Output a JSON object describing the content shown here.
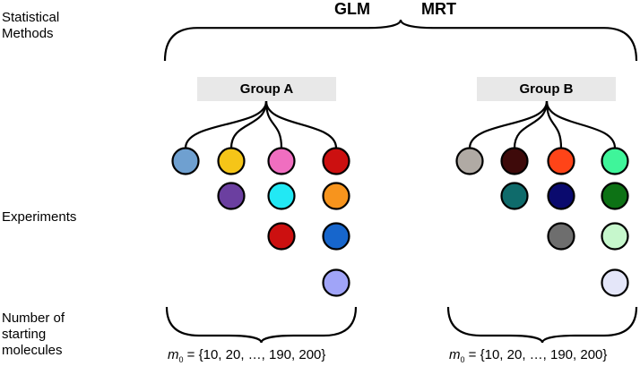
{
  "labels": {
    "statistical_methods": [
      "Statistical",
      "Methods"
    ],
    "experiments": "Experiments",
    "starting_molecules": [
      "Number of",
      "starting",
      "molecules"
    ]
  },
  "methods": [
    "GLM",
    "MRT"
  ],
  "groups": [
    {
      "name": "Group A",
      "formula_var": "m",
      "formula_sub": "0",
      "formula_rest": " = {10, 20, …, 190, 200}",
      "columns": [
        [
          "#6fa0d0"
        ],
        [
          "#f5c518",
          "#6b3fa0"
        ],
        [
          "#f06ec0",
          "#22e8f4",
          "#cc1010"
        ],
        [
          "#cc1010",
          "#f7941d",
          "#1766cc",
          "#a0a4f8"
        ]
      ]
    },
    {
      "name": "Group B",
      "formula_var": "m",
      "formula_sub": "0",
      "formula_rest": " = {10, 20, …, 190, 200}",
      "columns": [
        [
          "#b0aaa4"
        ],
        [
          "#3e0a0a",
          "#0f6b6b"
        ],
        [
          "#ff4418",
          "#0a0a6e",
          "#6e6e6e"
        ],
        [
          "#3ff59a",
          "#0d7215",
          "#c6f7cc",
          "#e4e6f9"
        ]
      ]
    }
  ]
}
